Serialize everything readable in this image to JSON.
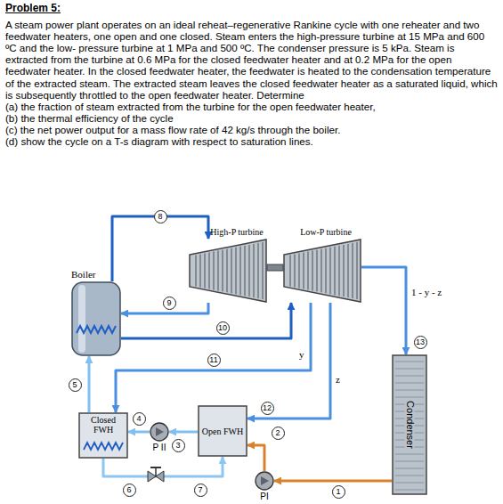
{
  "diagram": {
    "title": "Problem 5:",
    "nodes": [
      {
        "text": [
          "Boiler"
        ]
      },
      {
        "text": [
          "High-P turbine"
        ]
      },
      {
        "text": [
          "Low-P turbine"
        ]
      },
      {
        "text": [
          "Condenser"
        ]
      },
      {
        "text": [
          "Closed FWH"
        ]
      },
      {
        "text": [
          "P II"
        ]
      },
      {
        "text": [
          "Open FWH"
        ]
      },
      {
        "text": [
          "PI"
        ]
      }
    ],
    "edges": [
      {
        "from": 0,
        "to": 1,
        "arrow": "to"
      },
      {
        "from": 1,
        "to": 0,
        "arrow": "to"
      },
      {
        "from": 0,
        "to": 2,
        "arrow": "to"
      },
      {
        "from": 2,
        "to": 4,
        "arrow": "to"
      },
      {
        "from": 2,
        "to": 6,
        "arrow": "to"
      },
      {
        "from": 2,
        "to": 3,
        "arrow": "to"
      },
      {
        "from": 3,
        "to": 7,
        "arrow": "to"
      },
      {
        "from": 7,
        "to": 6,
        "arrow": "to"
      },
      {
        "from": 6,
        "to": 5,
        "arrow": "to"
      },
      {
        "from": 5,
        "to": 4,
        "arrow": "to"
      },
      {
        "from": 4,
        "to": 0,
        "arrow": "to"
      },
      {
        "from": 4,
        "to": 6,
        "arrow": "to"
      }
    ],
    "labels": [
      "A steam power plant operates on an ideal reheat–regenerative Rankine cycle with one reheater and two feedwater heaters, one open and one closed. Steam enters the high-pressure turbine at 15 MPa and 600 ºC and the low- pressure turbine at 1 MPa and 500 ºC. The condenser pressure is 5 kPa. Steam is extracted from the turbine at 0.6 MPa for the closed feedwater heater and at 0.2 MPa for the open feedwater heater. In the closed feedwater heater, the feedwater is heated to the condensation temperature of the extracted steam. The extracted steam leaves the closed feedwater heater as a saturated liquid, which is subsequently throttled to the open feedwater heater. Determine",
      "(a) the fraction of steam extracted from the turbine for the open feedwater heater,",
      "(b) the thermal efficiency of the cycle",
      "(c) the net power output for a mass flow rate of 42 kg/s through the boiler.",
      "(d) show the cycle on a T-s diagram with respect to saturation lines.",
      "8",
      "9",
      "10",
      "11",
      "y",
      "12",
      "z",
      "1 - y - z",
      "13",
      "5",
      "4",
      "3",
      "2",
      "6",
      "7",
      "1"
    ]
  }
}
